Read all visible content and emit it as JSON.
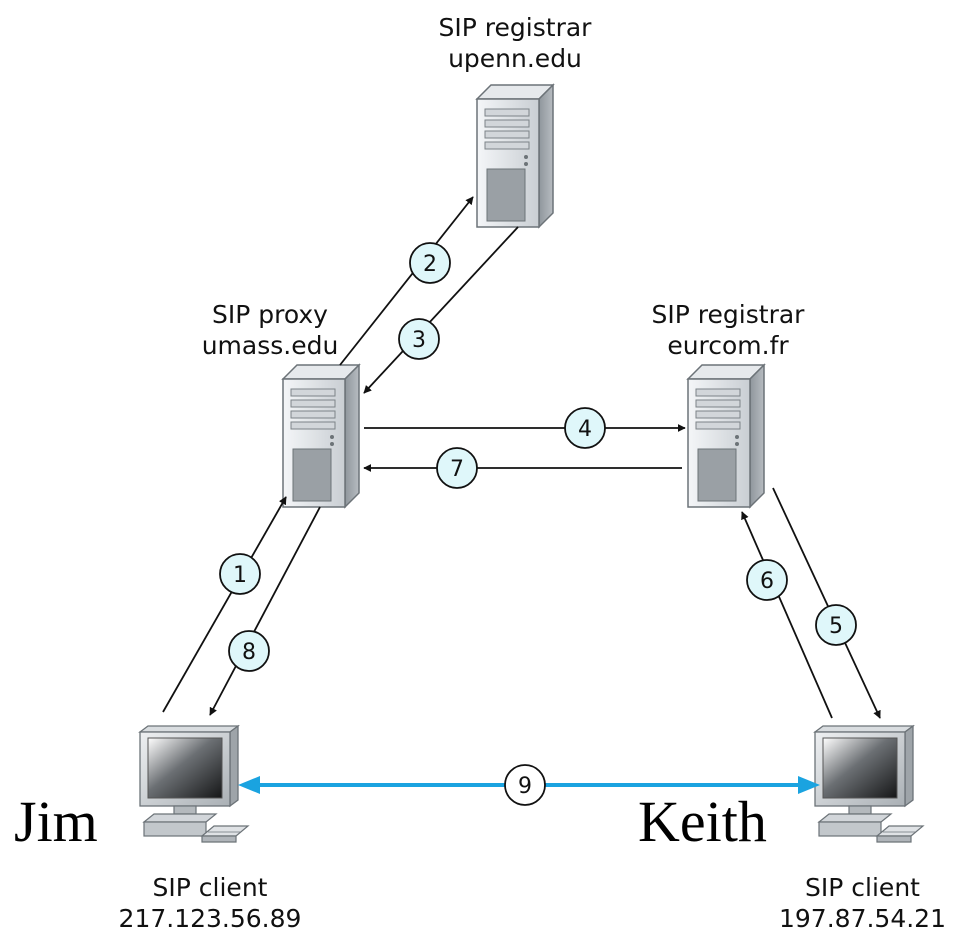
{
  "nodes": {
    "registrar_upenn": {
      "line1": "SIP registrar",
      "line2": "upenn.edu"
    },
    "proxy_umass": {
      "line1": "SIP proxy",
      "line2": "umass.edu"
    },
    "registrar_eurcom": {
      "line1": "SIP registrar",
      "line2": "eurcom.fr"
    },
    "client_jim": {
      "line1": "SIP client",
      "line2": "217.123.56.89",
      "person": "Jim"
    },
    "client_keith": {
      "line1": "SIP client",
      "line2": "197.87.54.21",
      "person": "Keith"
    }
  },
  "steps": [
    "1",
    "2",
    "3",
    "4",
    "5",
    "6",
    "7",
    "8",
    "9"
  ],
  "colors": {
    "arrow": "#111111",
    "media_arrow": "#1aa3e0",
    "step_fill": "#dff7fa"
  }
}
